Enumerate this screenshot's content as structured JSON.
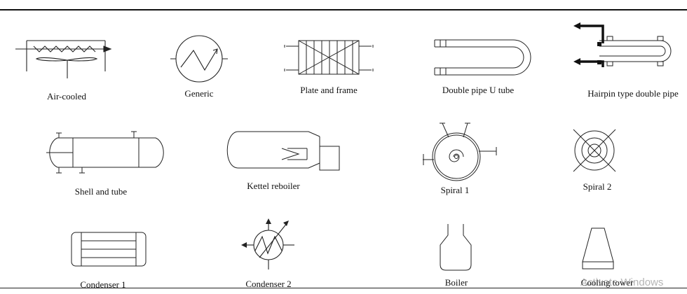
{
  "symbols": [
    {
      "id": "air-cooled",
      "label": "Air-cooled"
    },
    {
      "id": "generic",
      "label": "Generic"
    },
    {
      "id": "plate-and-frame",
      "label": "Plate and frame"
    },
    {
      "id": "double-pipe-u-tube",
      "label": "Double pipe U tube"
    },
    {
      "id": "hairpin",
      "label": "Hairpin type double pipe"
    },
    {
      "id": "shell-and-tube",
      "label": "Shell and tube"
    },
    {
      "id": "kettel-reboiler",
      "label": "Kettel reboiler"
    },
    {
      "id": "spiral-1",
      "label": "Spiral 1"
    },
    {
      "id": "spiral-2",
      "label": "Spiral 2"
    },
    {
      "id": "condenser-1",
      "label": "Condenser 1"
    },
    {
      "id": "condenser-2",
      "label": "Condenser 2"
    },
    {
      "id": "boiler",
      "label": "Boiler"
    },
    {
      "id": "cooling-tower",
      "label": "Cooling tower"
    }
  ],
  "watermark": "Activate Windows"
}
